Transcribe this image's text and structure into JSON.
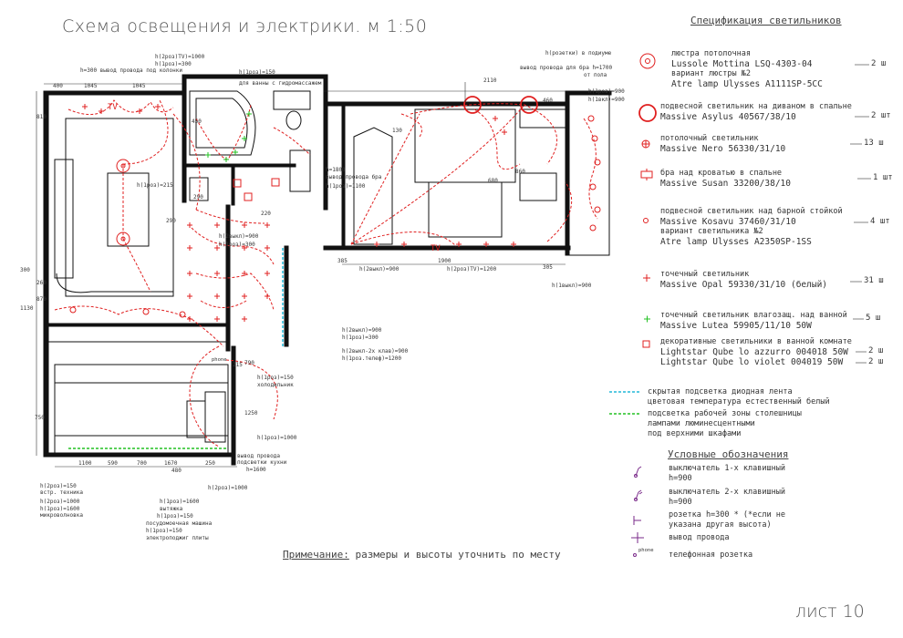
{
  "title": "Схема освещения и электрики. м 1:50",
  "sheet": "лист 10",
  "note_label": "Примечание:",
  "note_text": "размеры и высоты уточнить по месту",
  "spec_title": "Спецификация светильников",
  "legend_title": "Условные обозначения",
  "spec": [
    {
      "l1": "люстра потолочная",
      "l2": "Lussole Mottina LSQ-4303-04",
      "l3": "вариант люстры №2",
      "l4": "Atre lamp Ulysses A1111SP-5CC",
      "qty": "2 ш"
    },
    {
      "l1": "подвесной светильник на диваном в спальне",
      "l2": "Massive Asylus 40567/38/10",
      "qty": "2 шт"
    },
    {
      "l1": "потолочный светильник",
      "l2": "Massive Nero 56330/31/10",
      "qty": "13 ш"
    },
    {
      "l1": "бра над кроватью в спальне",
      "l2": "Massive Susan 33200/38/10",
      "qty": "1 шт"
    },
    {
      "l1": "подвесной светильник над барной стойкой",
      "l2": "Massive Kosavu 37460/31/10",
      "l3": "вариант светильника №2",
      "l4": "Atre lamp Ulysses A2350SP-1SS",
      "qty": "4 шт"
    },
    {
      "l1": "точечный светильник",
      "l2": "Massive Opal 59330/31/10 (белый)",
      "qty": "31 ш"
    },
    {
      "l1": "точечный светильник влагозащ. над ванной",
      "l2": "Massive Lutea 59905/11/10 50W",
      "qty": "5 ш"
    },
    {
      "l1": "декоративные светильники в ванной комнате",
      "l2": "Lightstar Qube lo azzurro 004018 50W",
      "l3": "Lightstar Qube lo violet 004019 50W",
      "qty": "2 ш",
      "qty2": "2 ш"
    }
  ],
  "strips": [
    {
      "l1": "скрытая подсветка диодная лента",
      "l2": "цветовая температура естественный белый"
    },
    {
      "l1": "подсветка рабочей зоны столешницы",
      "l2": "лампами люминесцентными",
      "l3": "под верхними шкафами"
    }
  ],
  "legend": [
    {
      "l1": "выключатель 1-х клавишный",
      "l2": "h=900"
    },
    {
      "l1": "выключатель 2-х клавишный",
      "l2": "h=900"
    },
    {
      "l1": "розетка h=300 * (*если не",
      "l2": "указана другая высота)"
    },
    {
      "l1": "вывод провода"
    },
    {
      "l1": "телефонная розетка"
    }
  ],
  "plan_labels": {
    "tv": "TV",
    "phone": "phone",
    "dims": [
      "400",
      "1045",
      "1045",
      "810",
      "290",
      "290",
      "220",
      "130",
      "2110",
      "460",
      "860",
      "680",
      "385",
      "1900",
      "305",
      "870",
      "260",
      "750",
      "1250",
      "590",
      "700",
      "1100",
      "1670",
      "480",
      "250",
      "790",
      "215",
      "450",
      "300",
      "1130"
    ],
    "notes": [
      "h(2роз)TV)=1000",
      "h(1роз)=300",
      "h=300 вывод провода под колонки",
      "h(1роз)=150",
      "для ванны с гидромассажем",
      "h(розетки) в подиуме",
      "вывод провода для бра h=1700",
      "от пола",
      "h(1роз)=900",
      "h(1вкл)=900",
      "h=1800",
      "вывод провода бра",
      "h(1роз)=1100",
      "h(1роз)=215",
      "h(2выкл)=900",
      "h(1роз)=300",
      "h(2выкл)=900",
      "h(2роз)TV)=1200",
      "h(1выкл)=900",
      "h(2выкл)=900",
      "h(1роз)=300",
      "h(2выкл-2х клав)=900",
      "h(1роз.телеф)=1200",
      "h(1роз)=150",
      "холодильник",
      "h(1роз)=1000",
      "вывод провода",
      "подсветки кухни",
      "h=1600",
      "h(2роз)=150",
      "встр. техника",
      "h(2роз)=1000",
      "h(1роз)=1600",
      "микроволновка",
      "h(1роз)=1600",
      "вытяжка",
      "h(1роз)=150",
      "посудомоечная машина",
      "h(1роз)=150",
      "электроподжиг плиты",
      "h(2роз)=1000"
    ]
  }
}
